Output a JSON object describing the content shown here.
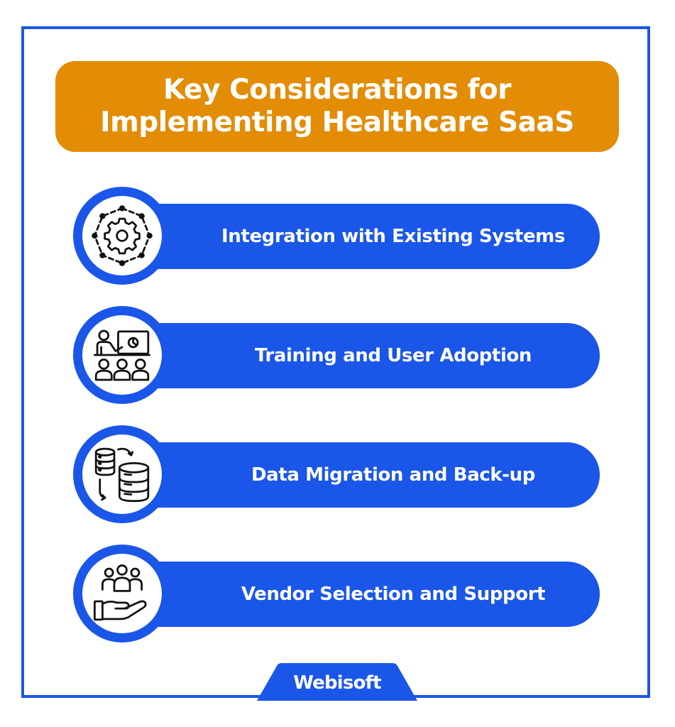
{
  "title": "Key Considerations for\nImplementing Healthcare SaaS",
  "items": [
    {
      "label": "Integration with Existing Systems",
      "icon": "gear-network-icon"
    },
    {
      "label": "Training and User Adoption",
      "icon": "presentation-audience-icon"
    },
    {
      "label": "Data Migration and Back-up",
      "icon": "database-transfer-icon"
    },
    {
      "label": "Vendor Selection and Support",
      "icon": "hand-people-support-icon"
    }
  ],
  "brand": {
    "name": "Webisoft"
  },
  "colors": {
    "accent_blue": "#1a56e8",
    "title_orange": "#e38c06",
    "background": "#ffffff"
  }
}
